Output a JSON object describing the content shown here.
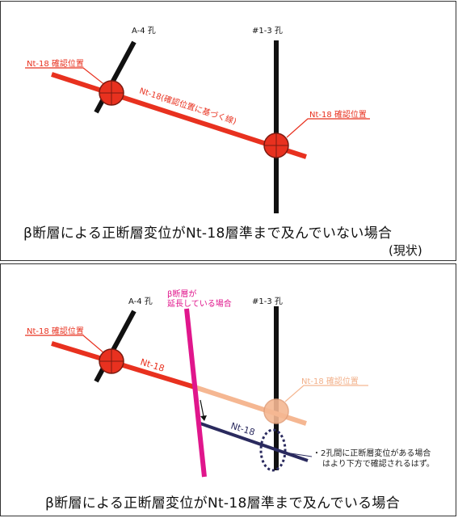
{
  "top": {
    "borehole_a4": "A-4 孔",
    "borehole_13": "#1-3 孔",
    "callout_left": "Nt-18 確認位置",
    "callout_right": "Nt-18 確認位置",
    "line_label": "Nt-18(確認位置に基づく線)",
    "caption": "β断層による正断層変位がNt-18層準まで及んでいない場合",
    "sub_caption": "(現状)"
  },
  "bottom": {
    "borehole_a4": "A-4 孔",
    "borehole_13": "#1-3 孔",
    "beta_label_line1": "β断層が",
    "beta_label_line2": "延長している場合",
    "callout_left": "Nt-18 確認位置",
    "callout_right": "Nt-18 確認位置",
    "line_label_upper": "Nt-18",
    "line_label_lower": "Nt-18",
    "note_line1": "・2孔間に正断層変位がある場合",
    "note_line2": "はより下方で確認されるはず。",
    "caption": "β断層による正断層変位がNt-18層準まで及んでいる場合"
  },
  "colors": {
    "red": "#e8311f",
    "pale_orange": "#f5b792",
    "magenta": "#e0168c",
    "navy": "#2a2a5e",
    "black": "#111111"
  }
}
